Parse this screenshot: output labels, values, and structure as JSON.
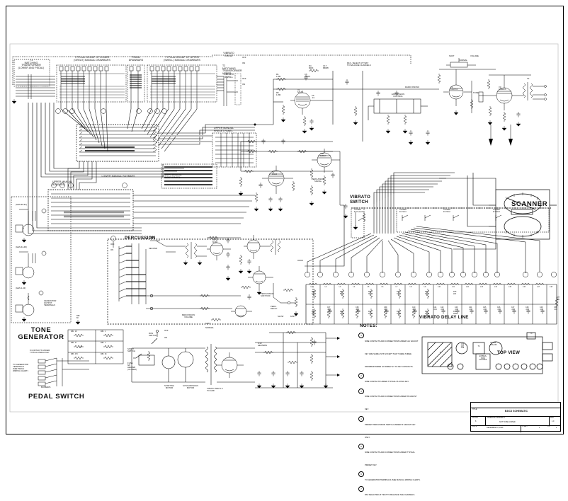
{
  "sheet": {
    "title": "B3/C3 SCHEMATIC",
    "doc_type": "electronic-schematic"
  },
  "sections": {
    "matching_transformer_lower": "T1\nMATCHING\nTRANSFORMER\n(LOWER AND PEDAL)",
    "matching_transformer_upper": "T2\nMATCHING\nTRANSFORMER\nUPPER",
    "lower_drawbars": "TYPICAL GROUP OF LOWER\n(GREAT) MANUAL DRAWBARS",
    "pedal_drawbars": "PEDAL\nDRAWBARS",
    "upper_drawbars": "TYPICAL GROUP OF UPPER\n(SWELL) MANUAL DRAWBARS",
    "lower_busbars": "LOWER MANUAL BUSBARS",
    "upper_busbars": "UPPER MANUAL\nBUSBARS",
    "upper_preset": "UPPER MANUAL\nPRESET PANEL",
    "lower_preset": "LOWER MANUAL\nPRESET PANEL",
    "tone_generator": "TONE\nGENERATOR",
    "pedal_switch": "PEDAL SWITCH",
    "percussion": "PERCUSSION",
    "vibrato_switch": "VIBRATO\nSWITCH",
    "vibrato_delay_line": "VIBRATO DELAY LINE",
    "scanner": "SCANNER",
    "top_view": "TOP VIEW",
    "notes_heading": "NOTES:"
  },
  "labels": {
    "vibrato_great": "VIBRATO\nGREAT",
    "vibrato_swell": "VIBRATO\nSWELL",
    "off": "OFF",
    "on": "ON",
    "soft": "SOFT",
    "normal": "NORMAL",
    "volume": "VOLUME",
    "tone": "TONE",
    "expression_control": "EXPRESSION\nCONTROL",
    "radio_phono": "RADIO PHONO",
    "r16_select": "R16 - SELECT AT TEST\nTO BALANCE CHANNELS",
    "third": "THIRD",
    "second": "SECOND",
    "percussion_volume": "PERCUSSION\nVOLUME",
    "percussion_signal": "PERCUSSION\nSIGNAL",
    "percussion_softloud": "PERCUSSION\nSOFT/OFF",
    "perc_decay": "PERC.\nDECAY",
    "slow": "SLOW",
    "fast": "FAST",
    "run_switch": "RUN\nSWITCH",
    "start_switch": "START\nSWITCH",
    "starting_motor": "STARTING\nMOTOR",
    "synchronous_motor": "SYNCHRONOUS\nMOTOR",
    "heaters_63v": "6.3V\nHEATERS",
    "mains": "116VAC PRIM 1-4\nTO GND",
    "fuse_heater": "FUSE\n6/8\nHEATER\n(IF USED)",
    "gen_outputs": "GENERATOR\nOUTPUT\nTERMINALS",
    "to_gen_terminals": "TO GENERATOR\nTERMINALS\n(SEE PEDAL\nWIRING CHART)",
    "contacts_pedal_key": "8 CONTACTS UNDER\nTYPICAL PEDAL KEY",
    "busbars": "BUSBARS",
    "gen_65_91": "(GEN 65-91)",
    "gen_44-48": "(GEN 44-48)",
    "gen_1-43": "(GEN 1-43)",
    "closed_v1v2v3": "CLOSED\nIN V1,V2,V3",
    "closed_v1c1": "CLOSED\nIN V1/C1",
    "closed_v2c2": "CLOSED\nIN V2/C2",
    "closed_v3c3": "CLOSED\nIN V3/C3",
    "expr_control_top": "EXPRES-\nSION\nCONTROL"
  },
  "notes": [
    {
      "num": "1",
      "text": "NINE CONTACTS AND CONNECTIONS UNDER 'AA' ADJUST KEY ARE SAME AS 'B' EXCEPT THAT THESE THREE DRAWBAR WIRES GO DIRECTLY TO KEY CONTACTS."
    },
    {
      "num": "2",
      "text": "NINE CONTACTS UNDER TYPICAL PLAYING KEY."
    },
    {
      "num": "3",
      "text": "NINE CONTACTS AND CONNECTIONS UNDER 'B' ADJUST KEY."
    },
    {
      "num": "4",
      "text": "PRESET PERCUSSION SWITCH UNDER 'B' ADJUST KEY ONLY."
    },
    {
      "num": "5",
      "text": "NINE CONTACTS AND CONNECTIONS UNDER TYPICAL PRESET KEY."
    },
    {
      "num": "6",
      "text": "TO GENERATOR TERMINALS (SEE MANUAL WIRING CHART)."
    },
    {
      "num": "7",
      "text": "R61 SELECTED AT TEST TO BALANCE THE CHANNELS."
    }
  ],
  "title_block": {
    "title_caption": "TITLE",
    "title_value": "B3/C3 SCHEMATIC",
    "scale_caption": "SCALE",
    "scale_value": "8",
    "owner_caption": "HAMMOND PROPERTY",
    "owner_sub": "NOT TO BE COPIED",
    "rev_caption": "REV",
    "rev_value": "1.0",
    "date_caption": "DATE",
    "date_value": "DECEMBER 11, 1965",
    "sheet_caption": "SHEET",
    "sheet_value": "1",
    "of_caption": "OF",
    "of_value": "1"
  },
  "delay_line": {
    "taps": [
      "1",
      "2",
      "3",
      "4",
      "5",
      "6",
      "7",
      "8",
      "9",
      "10",
      "11",
      "12",
      "13",
      "14",
      "15",
      "16"
    ],
    "inductors": [
      "L1",
      "L2",
      "L3",
      "L4",
      "L5",
      "L6",
      "L7",
      "L8",
      "L9",
      "L10",
      "L11",
      "L12",
      "L13",
      "L14",
      "L15",
      "L16",
      "L17",
      "L18"
    ],
    "series_res": [
      "R65\n47K",
      "R67\n56K",
      "R69\n39K",
      "R71\n33K",
      "R73\n39K",
      "R75\n22K"
    ],
    "shunt_res": [
      "R66\n68K",
      "R68\n150K",
      "R70\n100K",
      "R72\n180K",
      "R74\n180K",
      "R76\n180K"
    ],
    "caps": [
      "C42\n.004",
      "C43\n.004",
      "C44\n.004",
      "C45\n.004",
      "C46\n.004",
      "C47\n.004",
      "C48\n.004",
      "C49\n.004",
      "C50\n.004",
      "C51\n.004",
      "C52\n.004",
      "C53\n.004",
      "C54\n.001"
    ],
    "small_caps": [
      "C37\n.004",
      "C38\n.004",
      "C39\n.004",
      "C40\n.004",
      "C41\n.004"
    ],
    "term_res": "R77\n10K"
  },
  "top_view": {
    "t1": "T1",
    "t2": "T2",
    "t3": "T3",
    "can1": "C56\nC57\nC58",
    "can2": "C9,C16\nC59,C60",
    "expr": "EXPRES-\nSION\nCONTROL",
    "sockets": [
      "V1",
      "V2",
      "V3",
      "V4",
      "V5",
      "V6"
    ],
    "left_small": [
      "V8",
      "V7"
    ]
  },
  "components": {
    "c5": "C5\n.01",
    "c6": "C6\n100PF",
    "c17": "C17\n680PF",
    "r4": "R4\n820K",
    "r1": "R1\n1.8M",
    "r5": "R5\n1.8M",
    "v1": "V1\n6AU6",
    "v2": "V2\n6AU6",
    "v6a": "V6A\n12BH7",
    "v6b": "V6B\n12BH7",
    "v5": "V5\n6C4",
    "v4": "V4\n12AX7A",
    "v3": "V3\n12BH7A",
    "t3": "T3"
  }
}
